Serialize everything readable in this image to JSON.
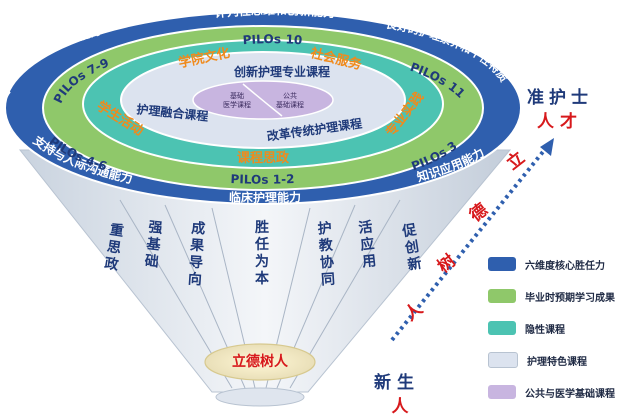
{
  "colors": {
    "ring_blue": "#2f5fae",
    "ring_green": "#8fc86a",
    "ring_teal": "#4cc3b2",
    "ring_light": "#dce3ef",
    "core_purple": "#c8b5e0",
    "orange_text": "#f08a1c",
    "red_text": "#d7191c",
    "navy_text": "#1f3a7a"
  },
  "outer_ring": {
    "top": "评判性思维和创新能力",
    "top_left": "专业发展与护理信息能力",
    "top_right": "良好的护理素养和个性特质",
    "left": "支持与人际沟通能力",
    "right": "知识应用能力",
    "bottom": "临床护理能力"
  },
  "pilos": {
    "top": "PILOs 10",
    "left_upper": "PILOs 7-9",
    "right_upper": "PILOs 11",
    "left_lower": "PILOs 4-6",
    "right_lower": "PILOs 3",
    "bottom": "PILOs 1-2"
  },
  "teal_ring": {
    "top_left": "学院文化",
    "top_right": "社会服务",
    "left": "学生活动",
    "right": "专业实践",
    "bottom": "课程思政"
  },
  "light_ring": {
    "top": "创新护理专业课程",
    "left": "护理融合课程",
    "bottom": "改革传统护理课程"
  },
  "core": {
    "left": "基础医学课程",
    "right": "公共基础课程"
  },
  "funnel_columns": [
    "重思政",
    "强基础",
    "成果导向",
    "胜任为本",
    "护教协同",
    "活应用",
    "促创新"
  ],
  "base_label": "立德树人",
  "arrow_top": "准护士",
  "arrow_top2": "人才",
  "arrow_chars": [
    "立",
    "德",
    "树",
    "人"
  ],
  "arrow_bottom": "新生",
  "arrow_bottom2": "人",
  "legend": [
    {
      "label": "六维度核心胜任力",
      "color": "#2f5fae"
    },
    {
      "label": "毕业时预期学习成果",
      "color": "#8fc86a"
    },
    {
      "label": "隐性课程",
      "color": "#4cc3b2"
    },
    {
      "label": "护理特色课程",
      "color": "#dce3ef"
    },
    {
      "label": "公共与医学基础课程",
      "color": "#c8b5e0"
    }
  ]
}
